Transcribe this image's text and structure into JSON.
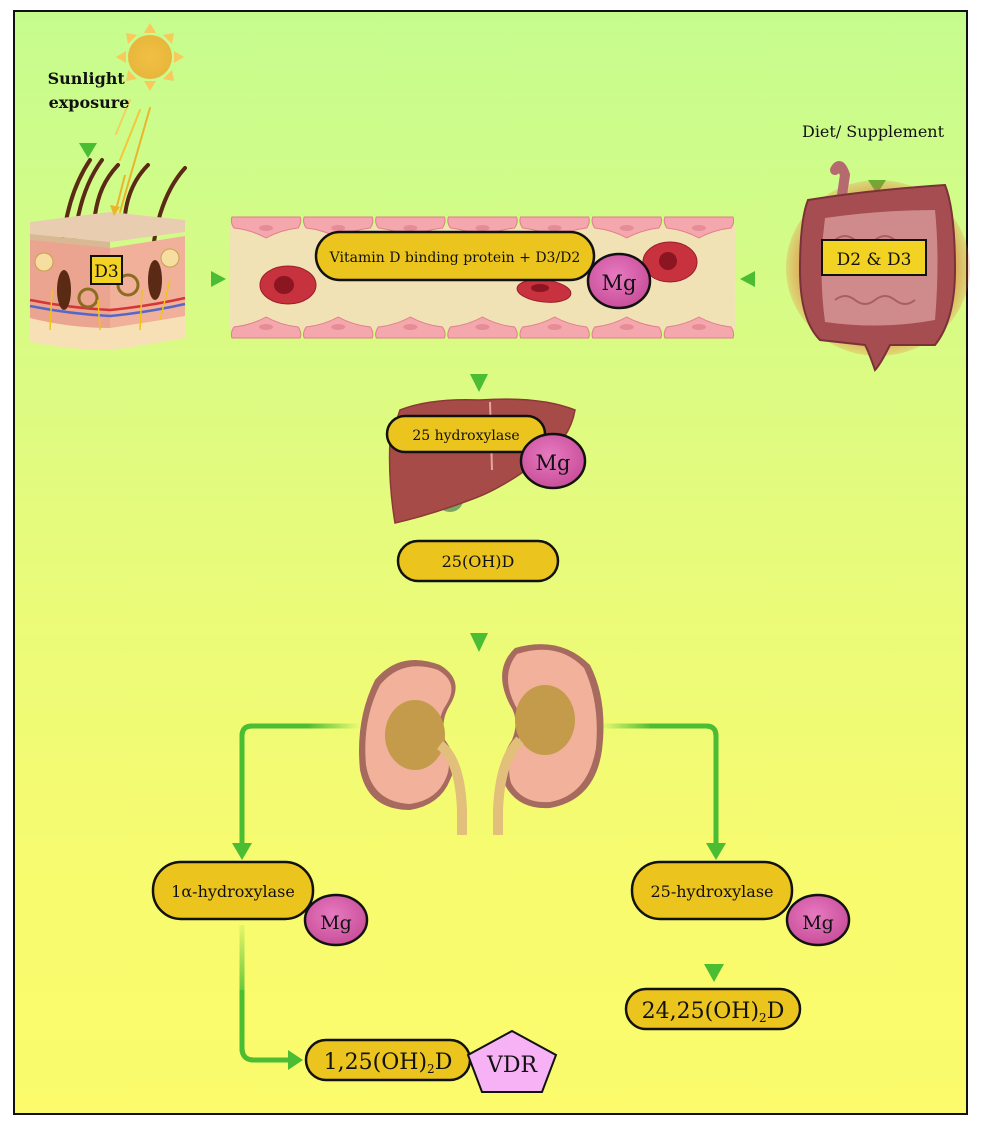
{
  "title": "Vitamin D metabolism and the role of magnesium",
  "sources": {
    "sunlight": {
      "label_line1": "Sunlight",
      "label_line2": "exposure",
      "icon": "sun-icon"
    },
    "skin": {
      "icon": "skin-layers-icon",
      "box_label": "D3"
    },
    "diet": {
      "label": "Diet/ Supplement",
      "icon": "intestine-icon",
      "box_label": "D2 & D3"
    }
  },
  "bloodstream": {
    "icon": "blood-vessel-icon",
    "carrier_label": "Vitamin D binding protein + D3/D2",
    "cofactor": "Mg"
  },
  "liver": {
    "icon": "liver-icon",
    "enzyme_label": "25 hydroxylase",
    "cofactor": "Mg",
    "product_label": "25(OH)D"
  },
  "kidney": {
    "icon": "kidneys-icon",
    "left_branch": {
      "enzyme_label": "1α-hydroxylase",
      "cofactor": "Mg",
      "product_main": "1,25(OH)",
      "product_sub": "2",
      "product_end": "D",
      "receptor_label": "VDR"
    },
    "right_branch": {
      "enzyme_label": "25-hydroxylase",
      "cofactor": "Mg",
      "product_main": "24,25(OH)",
      "product_sub": "2",
      "product_end": "D"
    }
  },
  "colors": {
    "arrow": "#4bbd32",
    "pill": "#ebc41d",
    "mg": "#d65aa8",
    "vdr": "#f6b2f5",
    "bg_top": "#c6fc8e",
    "bg_bottom": "#fbfb6c"
  }
}
